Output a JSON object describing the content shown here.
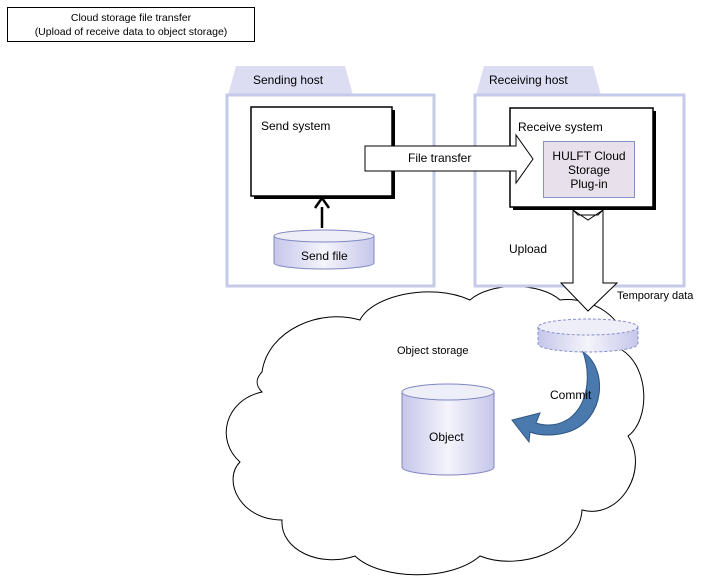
{
  "title": {
    "line1": "Cloud  storage file transfer",
    "line2": "(Upload of receive data to object storage)"
  },
  "sending_host": {
    "tab": "Sending host",
    "system": "Send system",
    "file": "Send file"
  },
  "receiving_host": {
    "tab": "Receiving host",
    "system": "Receive system",
    "plugin": [
      "HULFT Cloud",
      "Storage",
      "Plug-in"
    ]
  },
  "labels": {
    "file_transfer": "File transfer",
    "upload": "Upload",
    "temporary_data": "Temporary data",
    "object_storage": "Object storage",
    "commit": "Commit",
    "object": "Object"
  },
  "colors": {
    "host_border": "#c5c9ea",
    "tab_fill": "#dcdcf2",
    "cylinder_fill": "#d8d8f0",
    "plugin_fill": "#e8e0ea",
    "commit_arrow": "#4a79ad"
  }
}
